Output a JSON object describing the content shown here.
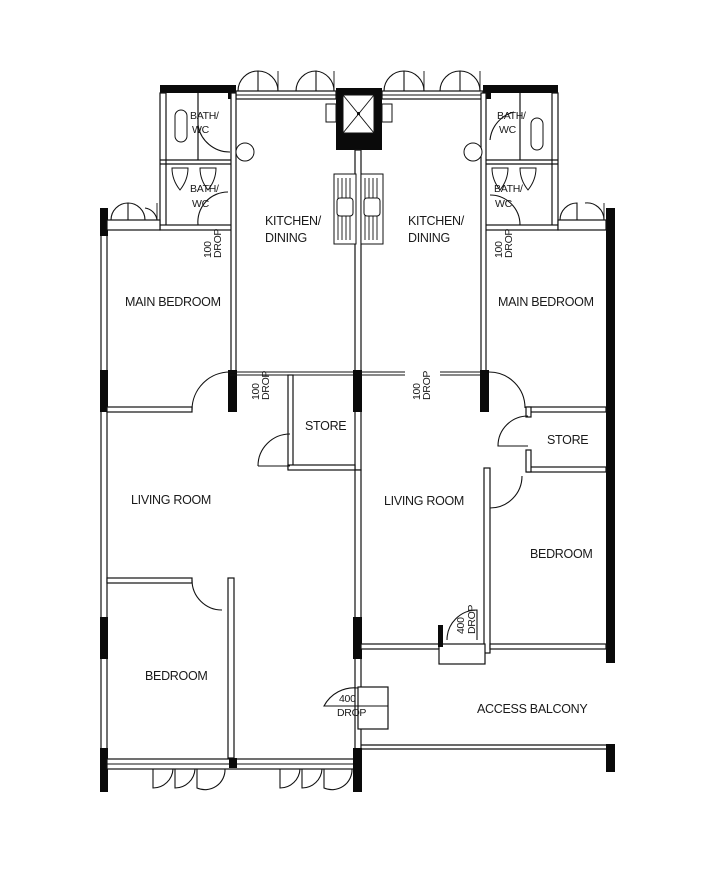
{
  "diagram": {
    "type": "floor_plan",
    "units": [
      {
        "side": "left",
        "rooms": {
          "bath_wc_1": "BATH/ WC",
          "bath_wc_1_line1": "BATH/",
          "bath_wc_1_line2": "WC",
          "bath_wc_2_line1": "BATH/",
          "bath_wc_2_line2": "WC",
          "kitchen_line1": "KITCHEN/",
          "kitchen_line2": "DINING",
          "main_bedroom": "MAIN BEDROOM",
          "store": "STORE",
          "living_room": "LIVING ROOM",
          "bedroom": "BEDROOM"
        },
        "drops": [
          {
            "value": "100",
            "label": "DROP"
          },
          {
            "value": "100",
            "label": "DROP"
          },
          {
            "value": "400",
            "label": "DROP"
          }
        ]
      },
      {
        "side": "right",
        "rooms": {
          "bath_wc_1_line1": "BATH/",
          "bath_wc_1_line2": "WC",
          "bath_wc_2_line1": "BATH/",
          "bath_wc_2_line2": "WC",
          "kitchen_line1": "KITCHEN/",
          "kitchen_line2": "DINING",
          "main_bedroom": "MAIN BEDROOM",
          "store": "STORE",
          "living_room": "LIVING ROOM",
          "bedroom": "BEDROOM"
        },
        "drops": [
          {
            "value": "100",
            "label": "DROP"
          },
          {
            "value": "100",
            "label": "DROP"
          },
          {
            "value": "400",
            "label": "DROP"
          }
        ]
      }
    ],
    "shared": {
      "access_balcony": "ACCESS BALCONY"
    }
  }
}
